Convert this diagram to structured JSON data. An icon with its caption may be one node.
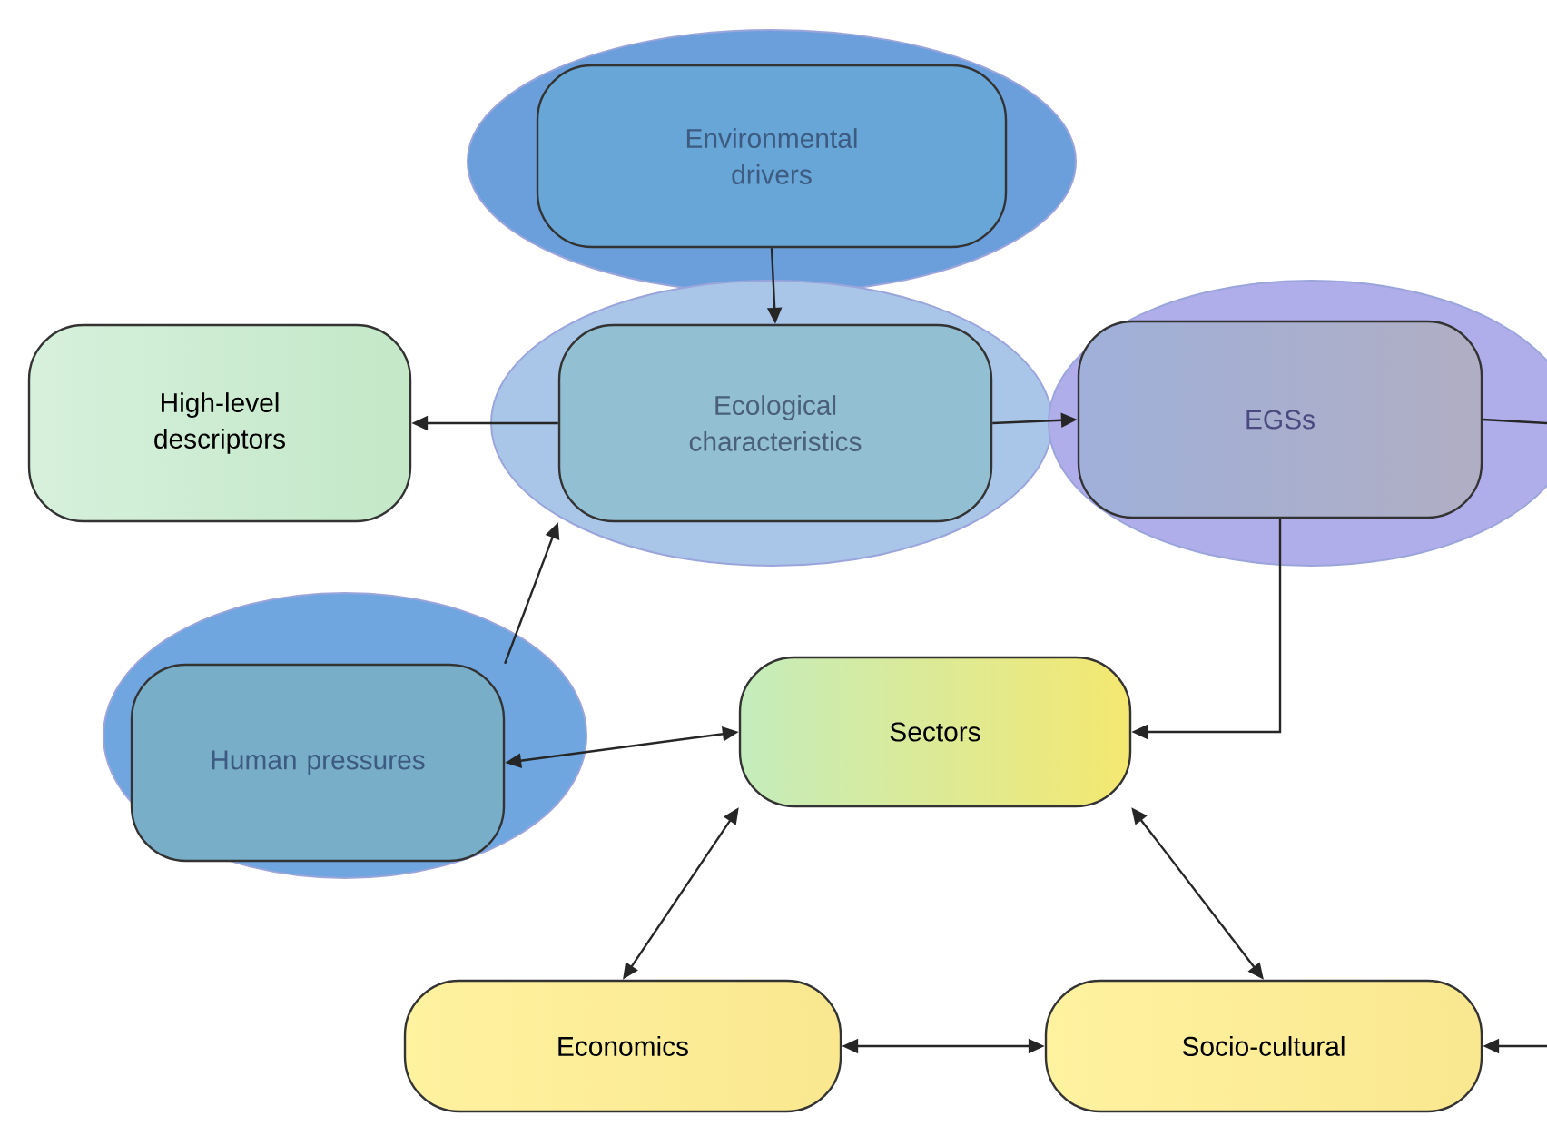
{
  "diagram": {
    "nodes": [
      {
        "text": [],
        "shape": "ellipse"
      },
      {
        "text": [
          "Environmental drivers"
        ],
        "in": 0
      },
      {
        "text": [
          "High-level descriptors"
        ]
      },
      {
        "text": [],
        "shape": "ellipse"
      },
      {
        "text": [
          "Ecological characteristics"
        ],
        "in": 3
      },
      {
        "text": [],
        "shape": "ellipse"
      },
      {
        "text": [
          "EGSs"
        ],
        "in": 5
      },
      {
        "text": [],
        "shape": "ellipse"
      },
      {
        "text": [
          "Human pressures"
        ],
        "in": 7
      },
      {
        "text": [
          "Sectors"
        ]
      },
      {
        "text": [
          "Economics"
        ]
      },
      {
        "text": [
          "Socio-cultural"
        ]
      }
    ],
    "edges": [
      {
        "from": 1,
        "to": 4,
        "arrow": "to"
      },
      {
        "from": 4,
        "to": 2,
        "arrow": "to"
      },
      {
        "from": 4,
        "to": 6,
        "arrow": "to"
      },
      {
        "from": 6,
        "to": null,
        "arrow": "none"
      },
      {
        "from": 8,
        "to": 4,
        "arrow": "to"
      },
      {
        "from": 8,
        "to": 9,
        "arrow": "both"
      },
      {
        "from": 6,
        "to": 9,
        "arrow": "to"
      },
      {
        "from": 9,
        "to": 10,
        "arrow": "both"
      },
      {
        "from": 9,
        "to": 11,
        "arrow": "both"
      },
      {
        "from": 10,
        "to": 11,
        "arrow": "both"
      },
      {
        "from": null,
        "to": 11,
        "arrow": "to"
      }
    ]
  }
}
